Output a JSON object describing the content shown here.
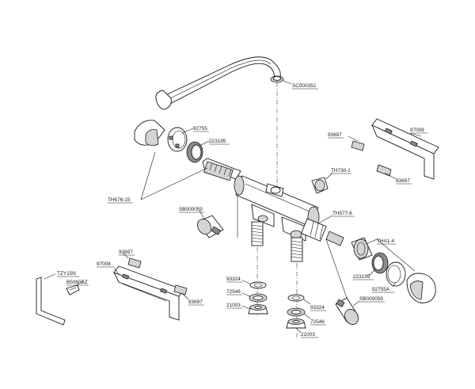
{
  "labels": {
    "sc000352": "SC000352",
    "p92755_top": "92755",
    "p223195_top": "223195",
    "p93697_r1": "93697",
    "p97008_r": "97008",
    "p93697_r2": "93697",
    "th730": "TH730-1",
    "th676": "TH676-15",
    "sb000059_l": "SB000059",
    "th577": "TH577-6",
    "tha1": "THA1-4",
    "p93697_l1": "93697",
    "p97008_l": "97008",
    "tzy15n": "TZY15N",
    "b5060bz": "B5060BZ",
    "p93697_l2": "93697",
    "p223195_b": "223195",
    "p92755a": "92755A",
    "p93324_l": "93324",
    "p72546_l": "72546",
    "p21003_l": "21003",
    "sb000059_r": "SB000059",
    "p93324_r": "93324",
    "p72546_r": "72546",
    "p21003_r": "21003"
  }
}
